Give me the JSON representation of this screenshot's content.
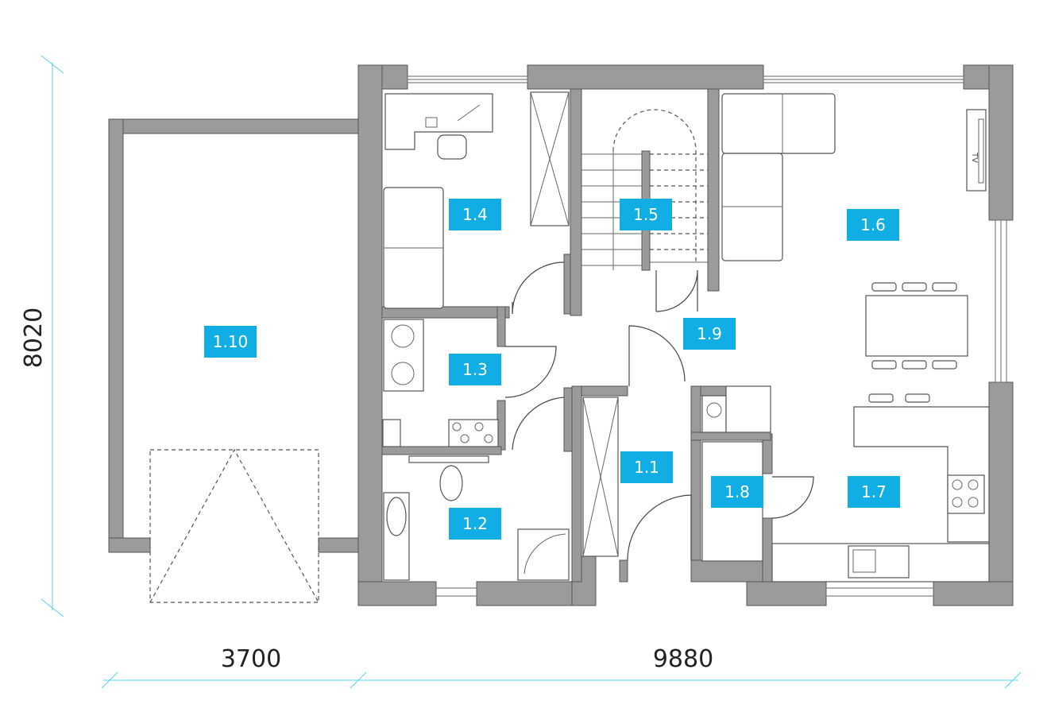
{
  "rooms": [
    {
      "id": "1.10"
    },
    {
      "id": "1.4"
    },
    {
      "id": "1.5"
    },
    {
      "id": "1.6"
    },
    {
      "id": "1.3"
    },
    {
      "id": "1.9"
    },
    {
      "id": "1.2"
    },
    {
      "id": "1.1"
    },
    {
      "id": "1.8"
    },
    {
      "id": "1.7"
    }
  ],
  "dimensions": {
    "height": "8020",
    "width_left": "3700",
    "width_right": "9880"
  },
  "tv_label": "TV",
  "colors": {
    "label": "#11aee6",
    "wall": "#9b9b9b",
    "dimension_line": "#5ad0ec"
  }
}
